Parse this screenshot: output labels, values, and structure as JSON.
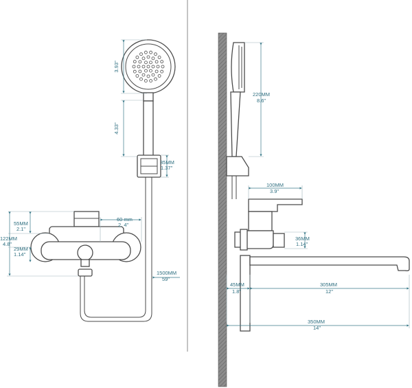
{
  "dimensions": {
    "head_diameter": [
      "3.93\""
    ],
    "hose_section": [
      "4.33\""
    ],
    "holder": [
      "35MM",
      "1.37\""
    ],
    "body_top": [
      "55MM",
      "2.1\""
    ],
    "total_height": [
      "122MM",
      "4.8\""
    ],
    "bottom": [
      "29MM",
      "1.14\""
    ],
    "knob_width": [
      "60 mm",
      "2. 4\""
    ],
    "hose_length": [
      "1500MM",
      "59\""
    ],
    "handset_length": [
      "220MM",
      "8.6\""
    ],
    "lever_width": [
      "100MM",
      "3.9\""
    ],
    "body_depth": [
      "36MM",
      "1.14\""
    ],
    "wall_gap": [
      "45MM",
      "1.8\""
    ],
    "spout_reach": [
      "305MM",
      "12\""
    ],
    "total_depth": [
      "350MM",
      "14\""
    ]
  }
}
